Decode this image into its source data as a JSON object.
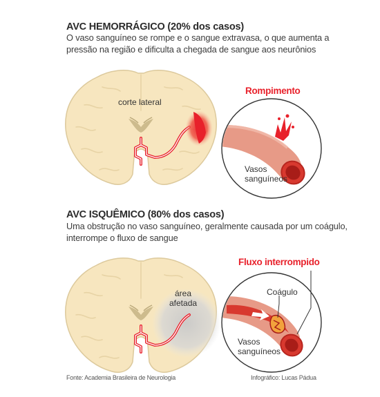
{
  "section1": {
    "title": "AVC HEMORRÁGICO (20% dos casos)",
    "description_line1": "O vaso sanguíneo se rompe e o sangue extravasa, o que  aumenta a",
    "description_line2": "pressão na região e dificulta a chegada de sangue aos neurônios",
    "brain_label": "corte lateral",
    "detail_title": "Rompimento",
    "vessel_label_line1": "Vasos",
    "vessel_label_line2": "sanguíneos"
  },
  "section2": {
    "title": "AVC ISQUÊMICO (80% dos casos)",
    "description_line1": "Uma obstrução no vaso sanguíneo, geralmente causada por um coágulo,",
    "description_line2": "interrompe o fluxo de sangue",
    "affected_label_line1": "área",
    "affected_label_line2": "afetada",
    "detail_title": "Fluxo interrompido",
    "clot_label": "Coágulo",
    "vessel_label_line1": "Vasos",
    "vessel_label_line2": "sanguíneos"
  },
  "footer": {
    "source": "Fonte: Academia Brasileira de Neurologia",
    "credit": "Infográfico: Lucas Pádua"
  },
  "colors": {
    "brain_fill": "#f7e6bf",
    "brain_outline": "#d9c79a",
    "vessel_red": "#e8212b",
    "vessel_pink": "#e79a87",
    "affected_area": "#cfcfcf"
  }
}
